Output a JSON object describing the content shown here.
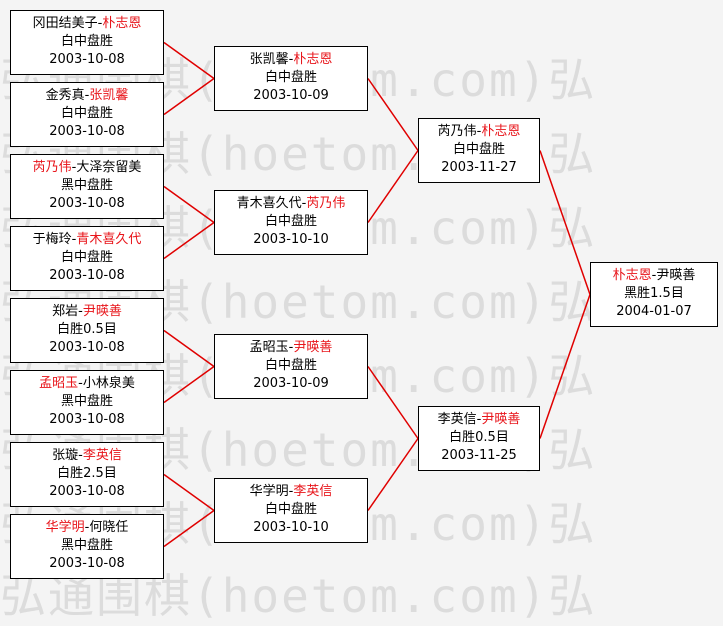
{
  "watermark": "弘通围棋(hoetom.com)弘",
  "colors": {
    "winner": "#e8141a",
    "line": "#e00000"
  },
  "matches": [
    {
      "id": "r1-1",
      "p1": "冈田结美子",
      "p2": "朴志恩",
      "winner": 2,
      "result": "白中盘胜",
      "date": "2003-10-08"
    },
    {
      "id": "r1-2",
      "p1": "金秀真",
      "p2": "张凯馨",
      "winner": 2,
      "result": "白中盘胜",
      "date": "2003-10-08"
    },
    {
      "id": "r1-3",
      "p1": "芮乃伟",
      "p2": "大泽奈留美",
      "winner": 1,
      "result": "黑中盘胜",
      "date": "2003-10-08"
    },
    {
      "id": "r1-4",
      "p1": "于梅玲",
      "p2": "青木喜久代",
      "winner": 2,
      "result": "白中盘胜",
      "date": "2003-10-08"
    },
    {
      "id": "r1-5",
      "p1": "郑岩",
      "p2": "尹暎善",
      "winner": 2,
      "result": "白胜0.5目",
      "date": "2003-10-08"
    },
    {
      "id": "r1-6",
      "p1": "孟昭玉",
      "p2": "小林泉美",
      "winner": 1,
      "result": "黑中盘胜",
      "date": "2003-10-08"
    },
    {
      "id": "r1-7",
      "p1": "张璇",
      "p2": "李英信",
      "winner": 2,
      "result": "白胜2.5目",
      "date": "2003-10-08"
    },
    {
      "id": "r1-8",
      "p1": "华学明",
      "p2": "何晓任",
      "winner": 1,
      "result": "黑中盘胜",
      "date": "2003-10-08"
    },
    {
      "id": "r2-1",
      "p1": "张凯馨",
      "p2": "朴志恩",
      "winner": 2,
      "result": "白中盘胜",
      "date": "2003-10-09"
    },
    {
      "id": "r2-2",
      "p1": "青木喜久代",
      "p2": "芮乃伟",
      "winner": 2,
      "result": "白中盘胜",
      "date": "2003-10-10"
    },
    {
      "id": "r2-3",
      "p1": "孟昭玉",
      "p2": "尹暎善",
      "winner": 2,
      "result": "白中盘胜",
      "date": "2003-10-09"
    },
    {
      "id": "r2-4",
      "p1": "华学明",
      "p2": "李英信",
      "winner": 2,
      "result": "白中盘胜",
      "date": "2003-10-10"
    },
    {
      "id": "r3-1",
      "p1": "芮乃伟",
      "p2": "朴志恩",
      "winner": 2,
      "result": "白中盘胜",
      "date": "2003-11-27"
    },
    {
      "id": "r3-2",
      "p1": "李英信",
      "p2": "尹暎善",
      "winner": 2,
      "result": "白胜0.5目",
      "date": "2003-11-25"
    },
    {
      "id": "final",
      "p1": "朴志恩",
      "p2": "尹暎善",
      "winner": 1,
      "result": "黑胜1.5目",
      "date": "2004-01-07"
    }
  ]
}
